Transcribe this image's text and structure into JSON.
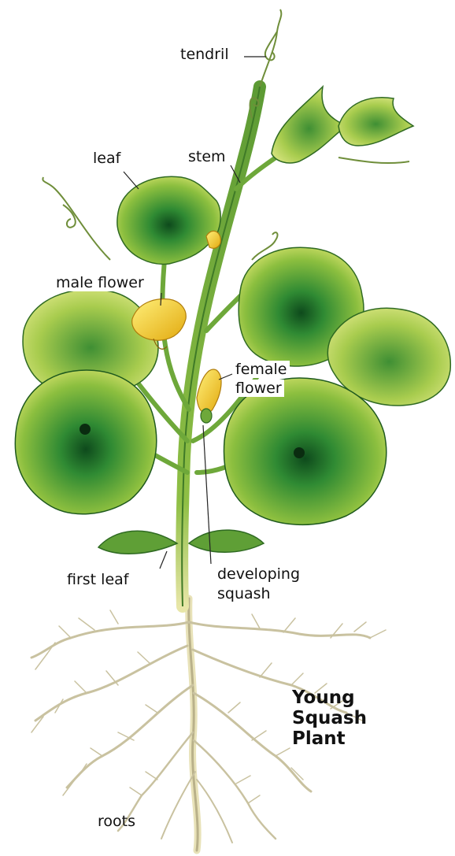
{
  "labels": {
    "tendril": "tendril",
    "leaf": "leaf",
    "stem": "stem",
    "male_flower": "male flower",
    "female_flower_1": "female",
    "female_flower_2": "flower",
    "first_leaf": "first leaf",
    "developing_squash_1": "developing",
    "developing_squash_2": "squash",
    "roots": "roots"
  },
  "title": {
    "line1": "Young",
    "line2": "Squash",
    "line3": "Plant"
  },
  "colors": {
    "leaf_light": "#c9dc5a",
    "leaf_mid": "#7fb43a",
    "leaf_dark": "#1f6b2a",
    "stem": "#6ea83a",
    "flower": "#f2c21e",
    "root": "#d8d2b0"
  }
}
